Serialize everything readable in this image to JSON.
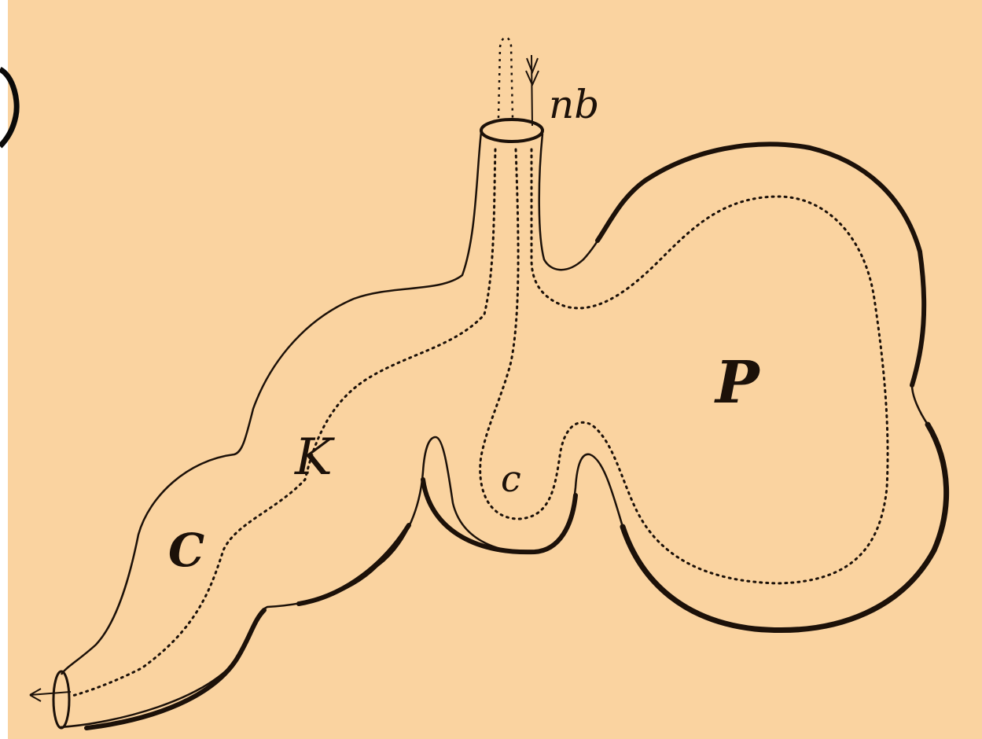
{
  "figure": {
    "background_color": "#fad3a0",
    "ink_color": "#1c1109",
    "labels": {
      "nb": "nb",
      "P": "P",
      "K": "K",
      "c": "c",
      "C": "C"
    }
  }
}
